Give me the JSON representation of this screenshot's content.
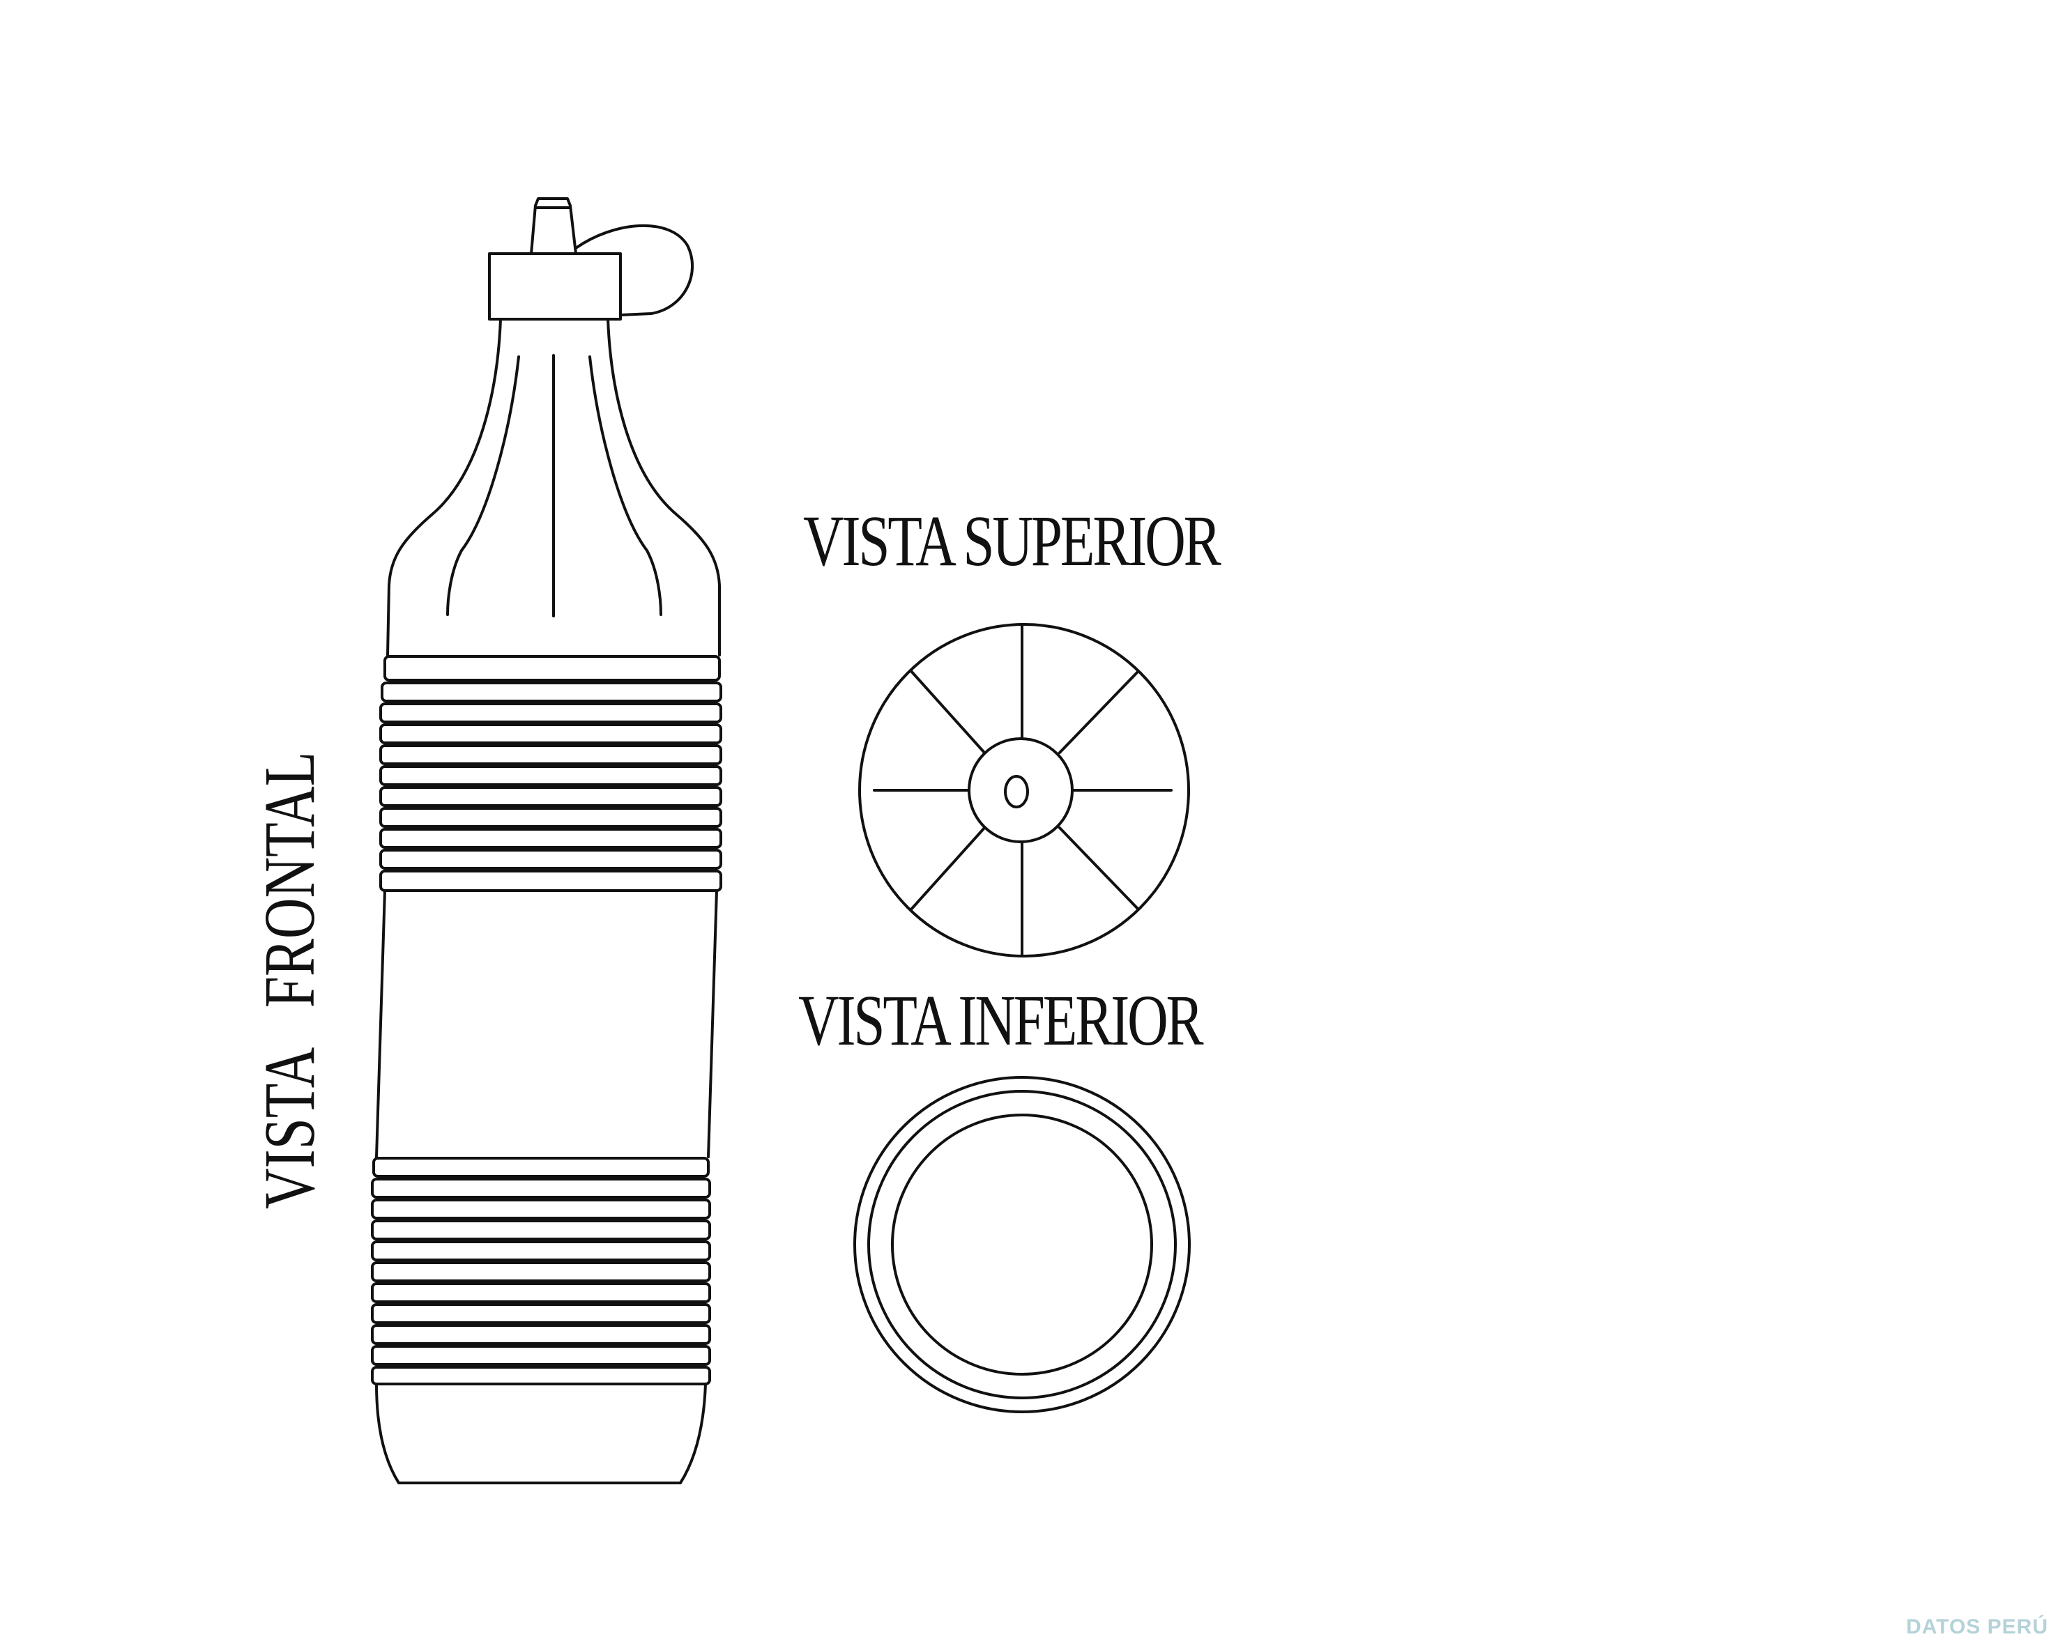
{
  "labels": {
    "front": "VISTA   FRONTAL",
    "top": "VISTA SUPERIOR",
    "bottom": "VISTA INFERIOR"
  },
  "watermark": "DATOS PERÚ",
  "colors": {
    "line": "#111111",
    "background": "#ffffff",
    "watermark": "#b4d2d8"
  }
}
